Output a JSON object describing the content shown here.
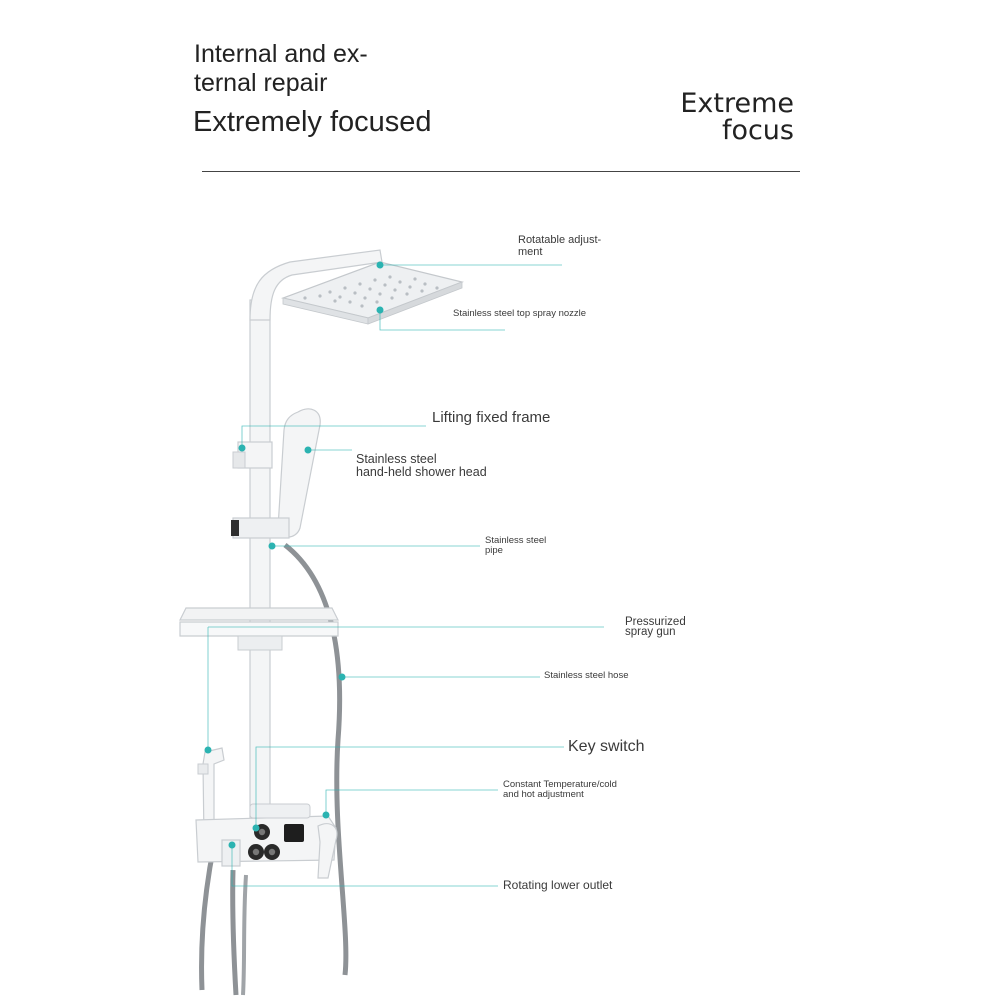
{
  "header": {
    "title_line": "Internal and ex-\nternal repair",
    "subtitle": "Extremely focused",
    "tagline": "Extreme\nfocus"
  },
  "callouts": {
    "rotatable": "Rotatable adjust-\nment",
    "top_spray": "Stainless steel top spray nozzle",
    "lifting_frame": "Lifting fixed frame",
    "handheld": "Stainless steel\nhand-held shower head",
    "pipe": "Stainless steel\npipe",
    "spray_gun": "Pressurized\nspray gun",
    "hose": "Stainless steel hose",
    "key_switch": "Key switch",
    "constant_temp": "Constant Temperature/cold\nand hot adjustment",
    "lower_outlet": "Rotating lower outlet"
  },
  "colors": {
    "accent": "#2bb3b1",
    "product": "#f4f5f6",
    "outline": "#c9cdd1",
    "hose": "#8e9296",
    "rule": "#444444"
  }
}
